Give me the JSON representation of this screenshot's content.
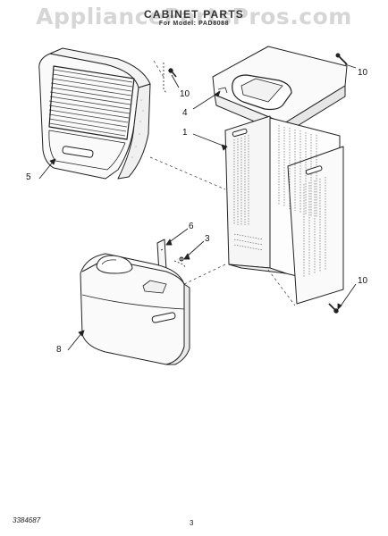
{
  "watermark": "AppliancePartsPros.com",
  "title": "CABINET PARTS",
  "subtitle": "For Model: PAD8088",
  "callouts": {
    "front_grille": "5",
    "screw_grille": "10",
    "top_cover": "4",
    "screw_top": "10",
    "cabinet": "1",
    "bracket": "6",
    "screw_bracket": "3",
    "base_cover": "8",
    "screw_bottom": "10"
  },
  "footer": {
    "code": "3384687",
    "page_number": "3"
  }
}
